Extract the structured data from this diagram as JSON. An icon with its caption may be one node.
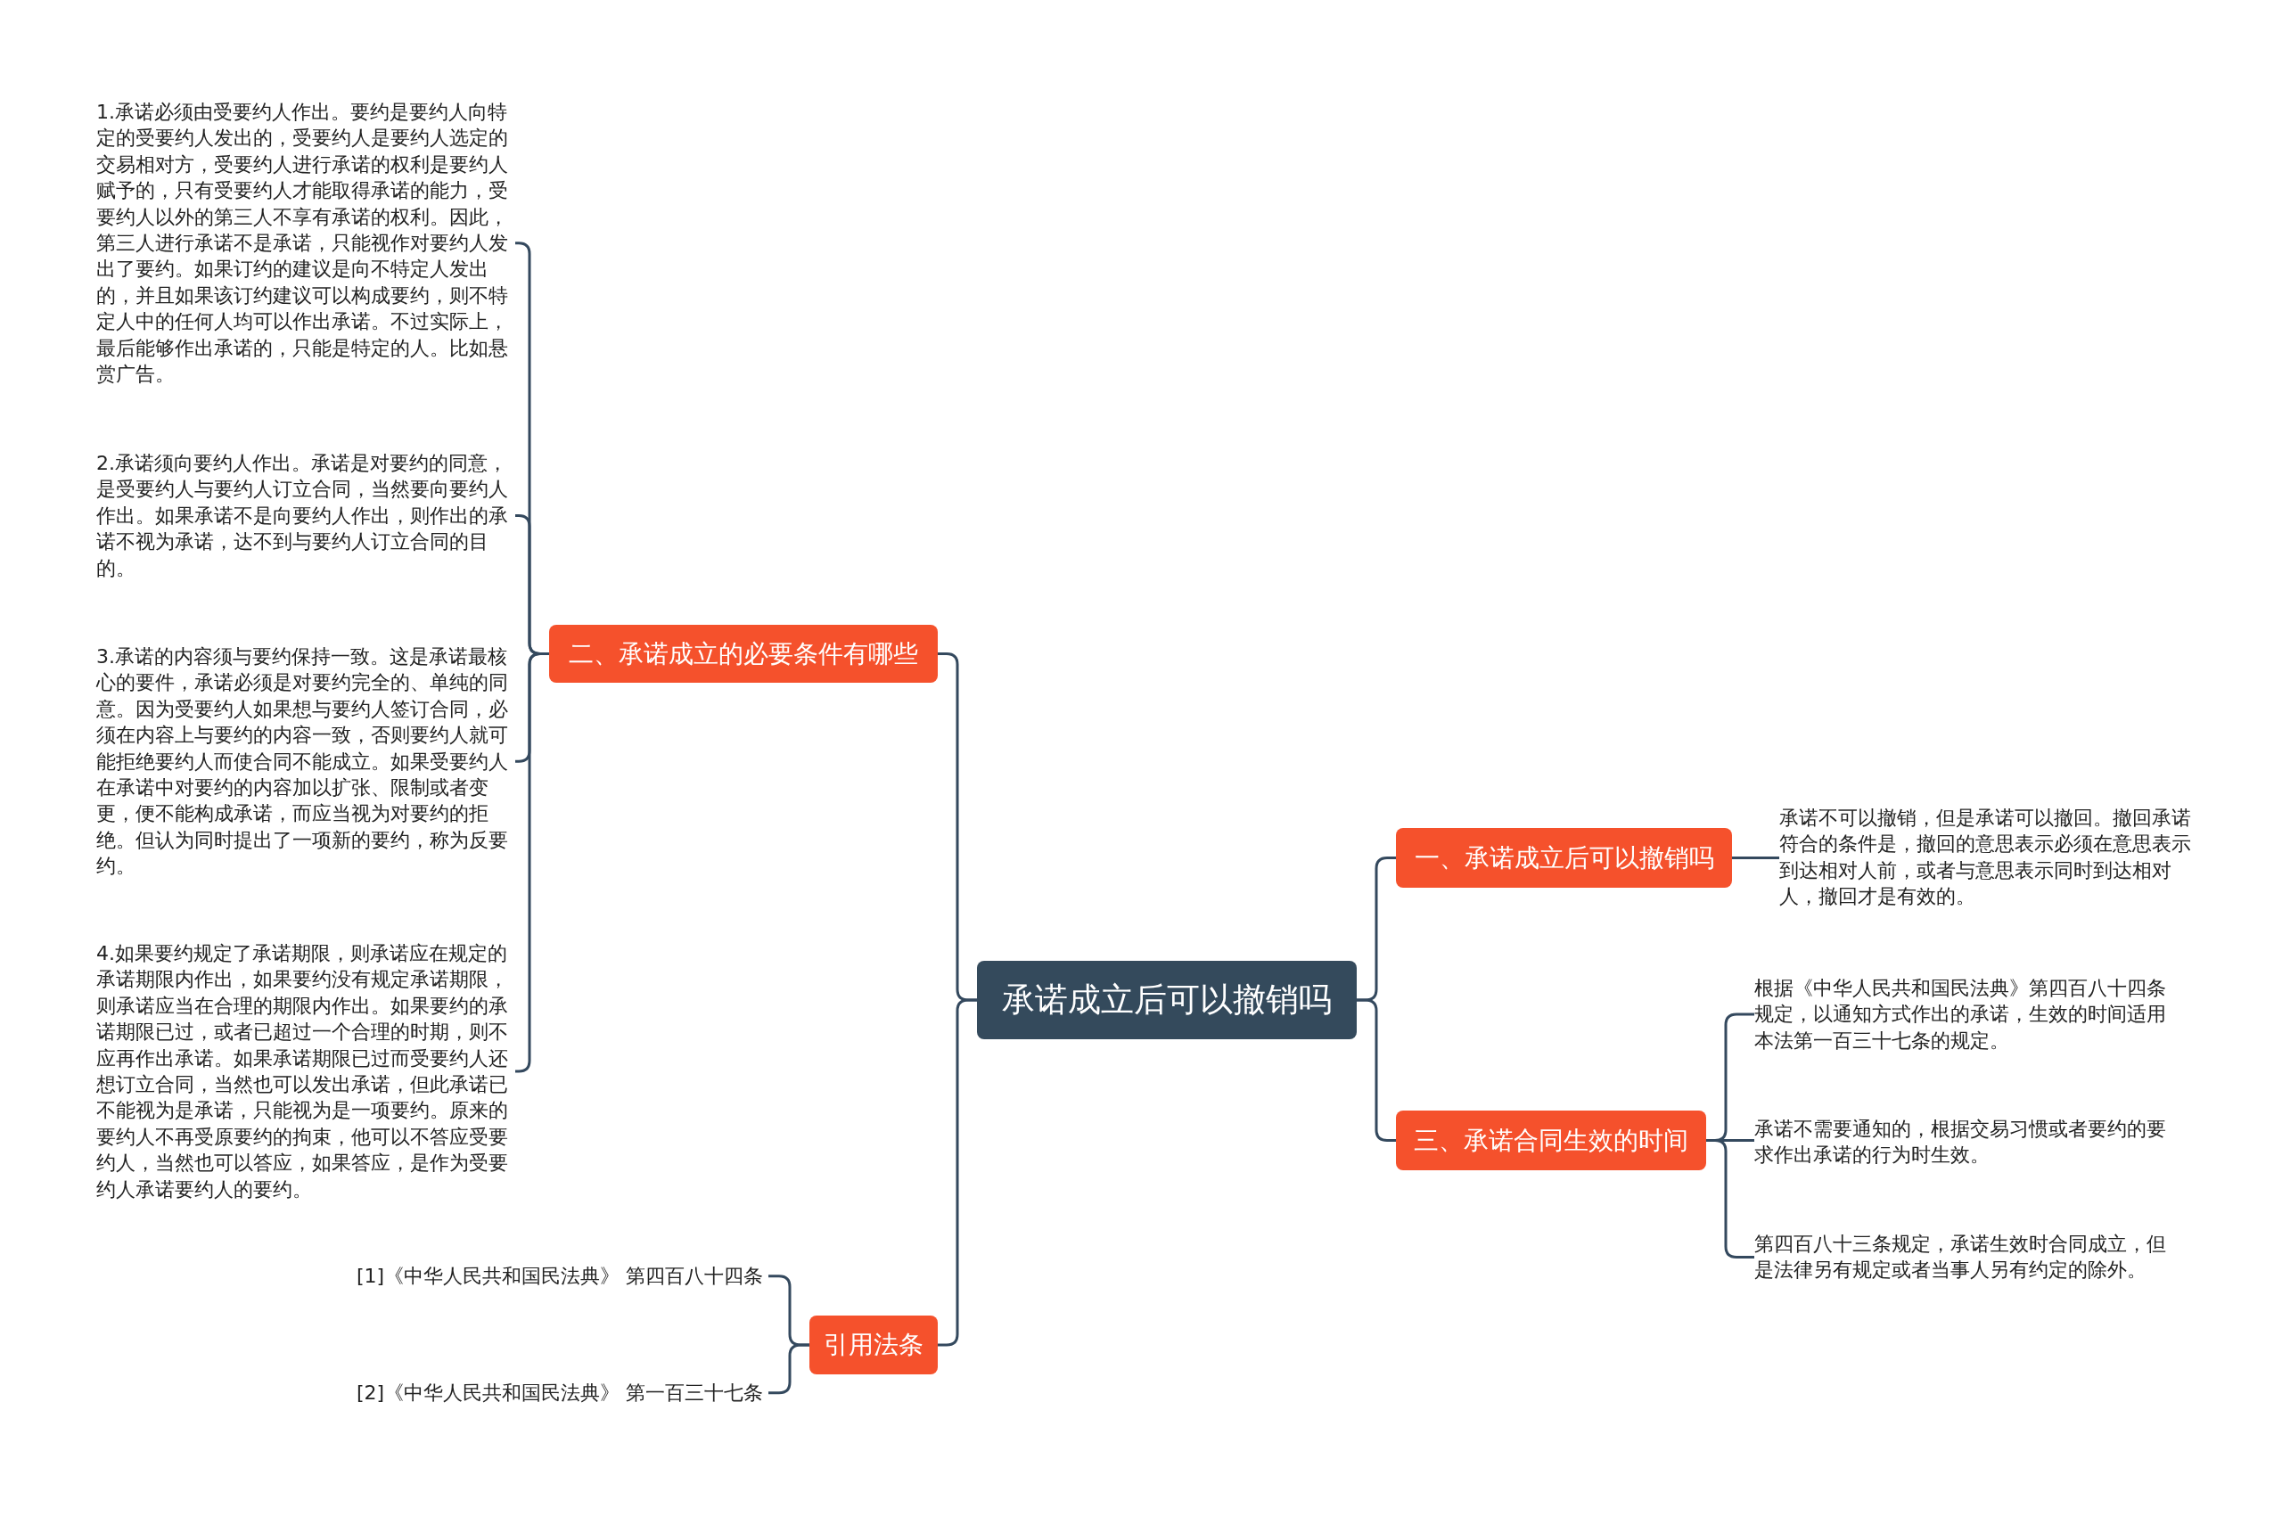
{
  "diagram": {
    "nodes": [
      {
        "text": [
          "承诺成立后可以撤销吗"
        ]
      },
      {
        "text": [
          "一、承诺成立后可以撤销吗"
        ]
      },
      {
        "text": [
          "承诺不可以撤销，但是承诺可以撤回。撤回承诺符合的条件是，撤回的意思表示必须在意思表示到达相对人前，或者与意思表示同时到达相对人，撤回才是有效的。"
        ]
      },
      {
        "text": [
          "二、承诺成立的必要条件有哪些"
        ]
      },
      {
        "text": [
          "1.承诺必须由受要约人作出。要约是要约人向特定的受要约人发出的，受要约人是要约人选定的交易相对方，受要约人进行承诺的权利是要约人赋予的，只有受要约人才能取得承诺的能力，受要约人以外的第三人不享有承诺的权利。因此，第三人进行承诺不是承诺，只能视作对要约人发出了要约。如果订约的建议是向不特定人发出的，并且如果该订约建议可以构成要约，则不特定人中的任何人均可以作出承诺。不过实际上，最后能够作出承诺的，只能是特定的人。比如悬赏广告。"
        ]
      },
      {
        "text": [
          "2.承诺须向要约人作出。承诺是对要约的同意，是受要约人与要约人订立合同，当然要向要约人作出。如果承诺不是向要约人作出，则作出的承诺不视为承诺，达不到与要约人订立合同的目的。"
        ]
      },
      {
        "text": [
          "3.承诺的内容须与要约保持一致。这是承诺最核心的要件，承诺必须是对要约完全的、单纯的同意。因为受要约人如果想与要约人签订合同，必须在内容上与要约的内容一致，否则要约人就可能拒绝要约人而使合同不能成立。如果受要约人在承诺中对要约的内容加以扩张、限制或者变更，便不能构成承诺，而应当视为对要约的拒绝。但认为同时提出了一项新的要约，称为反要约。"
        ]
      },
      {
        "text": [
          "4.如果要约规定了承诺期限，则承诺应在规定的承诺期限内作出，如果要约没有规定承诺期限，则承诺应当在合理的期限内作出。如果要约的承诺期限已过，或者已超过一个合理的时期，则不应再作出承诺。如果承诺期限已过而受要约人还想订立合同，当然也可以发出承诺，但此承诺已不能视为是承诺，只能视为是一项要约。原来的要约人不再受原要约的拘束，他可以不答应受要约人，当然也可以答应，如果答应，是作为受要约人承诺要约人的要约。"
        ]
      },
      {
        "text": [
          "三、承诺合同生效的时间"
        ]
      },
      {
        "text": [
          "根据《中华人民共和国民法典》第四百八十四条规定，以通知方式作出的承诺，生效的时间适用本法第一百三十七条的规定。"
        ]
      },
      {
        "text": [
          "承诺不需要通知的，根据交易习惯或者要约的要求作出承诺的行为时生效。"
        ]
      },
      {
        "text": [
          "第四百八十三条规定，承诺生效时合同成立，但是法律另有规定或者当事人另有约定的除外。"
        ]
      },
      {
        "text": [
          "引用法条"
        ]
      },
      {
        "text": [
          "[1]《中华人民共和国民法典》 第四百八十四条"
        ]
      },
      {
        "text": [
          "[2]《中华人民共和国民法典》 第一百三十七条"
        ]
      }
    ],
    "edges": [
      {
        "from": 0,
        "to": 1,
        "arrow": "none"
      },
      {
        "from": 1,
        "to": 2,
        "arrow": "none"
      },
      {
        "from": 0,
        "to": 3,
        "arrow": "none"
      },
      {
        "from": 3,
        "to": 4,
        "arrow": "none"
      },
      {
        "from": 3,
        "to": 5,
        "arrow": "none"
      },
      {
        "from": 3,
        "to": 6,
        "arrow": "none"
      },
      {
        "from": 3,
        "to": 7,
        "arrow": "none"
      },
      {
        "from": 0,
        "to": 8,
        "arrow": "none"
      },
      {
        "from": 8,
        "to": 9,
        "arrow": "none"
      },
      {
        "from": 8,
        "to": 10,
        "arrow": "none"
      },
      {
        "from": 8,
        "to": 11,
        "arrow": "none"
      },
      {
        "from": 0,
        "to": 12,
        "arrow": "none"
      },
      {
        "from": 12,
        "to": 13,
        "arrow": "none"
      },
      {
        "from": 12,
        "to": 14,
        "arrow": "none"
      }
    ]
  }
}
